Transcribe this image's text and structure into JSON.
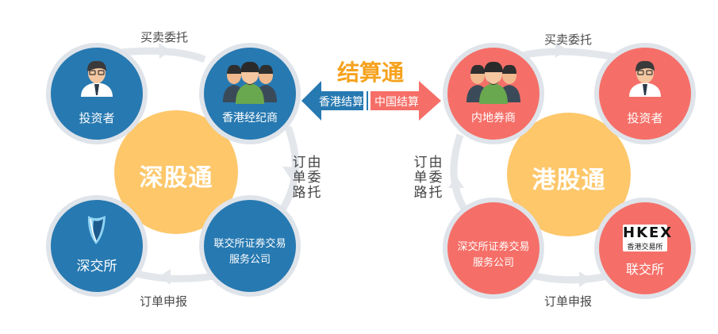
{
  "colors": {
    "left_node": "#2779b1",
    "right_node": "#f56f68",
    "hub": "#fdc76a",
    "ring_stroke": "#dfe4ea",
    "cycle_arrow": "#e0e3e7",
    "title_orange": "#f6a21e",
    "hk_arrow": "#2779b1",
    "cn_arrow": "#f56f68"
  },
  "center": {
    "title": "结算通",
    "hk_settlement": "香港结算",
    "cn_settlement": "中国结算"
  },
  "left": {
    "hub_title": "深股通",
    "investor": "投资者",
    "broker": "香港经纪商",
    "exchange": "深交所",
    "service_line1": "联交所证券交易",
    "service_line2": "服务公司",
    "top_label": "买卖委托",
    "bottom_label": "订单申报",
    "route_col1": "由委托",
    "route_col2": "订单路"
  },
  "right": {
    "hub_title": "港股通",
    "investor": "投资者",
    "broker": "内地券商",
    "service_line1": "深交所证券交易",
    "service_line2": "服务公司",
    "exchange": "联交所",
    "hkex_letters": "HKEX",
    "hkex_sub": "香港交易所",
    "top_label": "买卖委托",
    "bottom_label": "订单申报",
    "route_col1": "由委托",
    "route_col2": "订单路"
  },
  "icons": {
    "investor": "person-tie-icon",
    "broker": "group-people-icon",
    "szse": "szse-shield-logo-icon",
    "hkex": "hkex-logo-icon"
  }
}
